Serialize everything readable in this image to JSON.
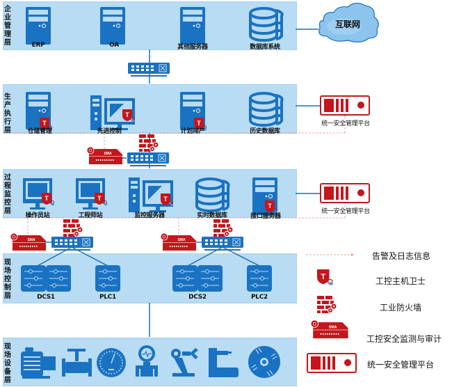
{
  "layers": [
    {
      "id": "enterprise",
      "label": "企业管理层"
    },
    {
      "id": "production",
      "label": "生产执行层"
    },
    {
      "id": "process",
      "label": "过程监控层"
    },
    {
      "id": "field_control",
      "label": "现场控制层"
    },
    {
      "id": "field_device",
      "label": "现场设备层"
    }
  ],
  "enterprise": {
    "nodes": [
      {
        "label": "ERP",
        "icon": "server-icon"
      },
      {
        "label": "OA",
        "icon": "server-icon"
      },
      {
        "label": "其他服务器",
        "icon": "server-icon"
      },
      {
        "label": "数据库系统",
        "icon": "database-icon"
      }
    ],
    "internet_label": "互联网"
  },
  "production": {
    "nodes": [
      {
        "label": "仓储管理",
        "icon": "server-icon",
        "guard": true
      },
      {
        "label": "先进控制",
        "icon": "workstation-icon",
        "guard": true
      },
      {
        "label": "计划排产",
        "icon": "server-icon",
        "guard": true
      },
      {
        "label": "历史数据库",
        "icon": "database-icon",
        "guard": false
      }
    ],
    "platform_label": "统一安全管理平台"
  },
  "process": {
    "nodes": [
      {
        "label": "操作员站",
        "icon": "monitor-icon",
        "guard": true
      },
      {
        "label": "工程师站",
        "icon": "monitor-icon",
        "guard": true
      },
      {
        "label": "监控服务器",
        "icon": "workstation-icon",
        "guard": true
      },
      {
        "label": "实时数据库",
        "icon": "database-icon",
        "guard": false
      },
      {
        "label": "接口服务器",
        "icon": "server-icon",
        "guard": true
      }
    ],
    "platform_label": "统一安全管理平台"
  },
  "field_control": {
    "nodes": [
      {
        "label": "DCS1",
        "icon": "controller-icon"
      },
      {
        "label": "PLC1",
        "icon": "controller-icon"
      },
      {
        "label": "DCS2",
        "icon": "controller-icon"
      },
      {
        "label": "PLC2",
        "icon": "controller-icon"
      }
    ]
  },
  "field_device": {
    "devices": [
      "motor-icon",
      "valve-icon",
      "gauge-icon",
      "pressure-transmitter-icon",
      "robot-arm-icon",
      "machine-tool-icon",
      "fan-icon"
    ]
  },
  "sma_label": "SMA",
  "guard_letter": "T",
  "legend": [
    {
      "icon": "dashed-arrow-icon",
      "label": "告警及日志信息"
    },
    {
      "icon": "host-guard-icon",
      "label": "工控主机卫士"
    },
    {
      "icon": "firewall-icon",
      "label": "工业防火墙"
    },
    {
      "icon": "sma-icon",
      "label": "工控安全监测与审计"
    },
    {
      "icon": "management-platform-icon",
      "label": "统一安全管理平台"
    }
  ],
  "colors": {
    "band": "#b8dcf3",
    "device_blue": "#1a72c2",
    "security_red": "#c4161c",
    "line_blue": "#1b6fb8",
    "alert_dash": "#e88a8f"
  }
}
